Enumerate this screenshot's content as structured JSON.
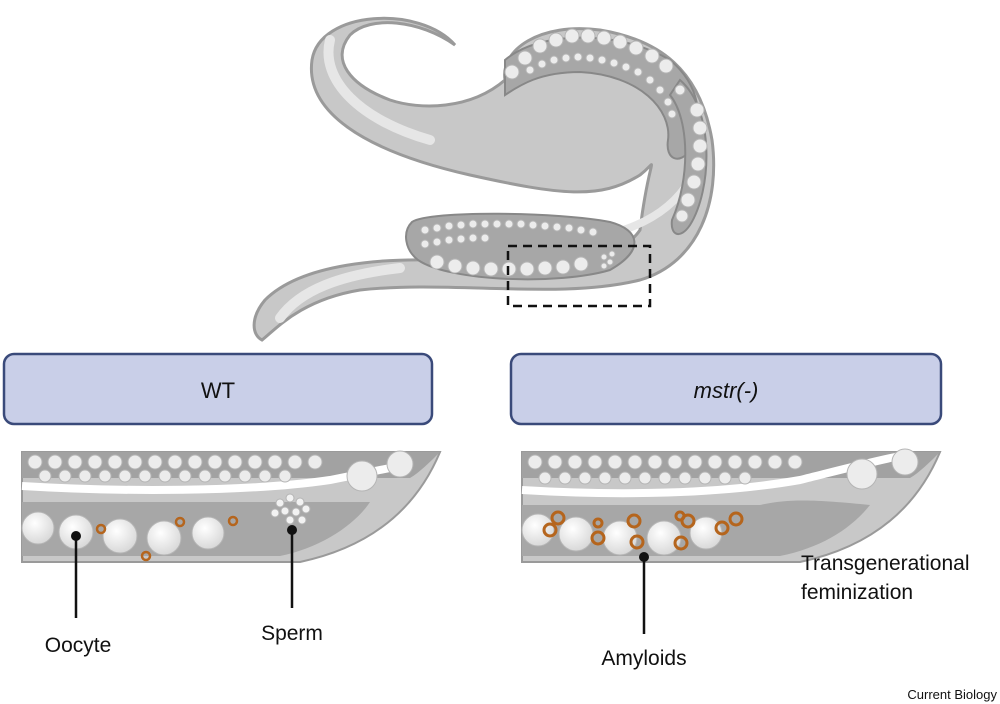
{
  "panels": {
    "left": {
      "title": "WT"
    },
    "right": {
      "title": "mstr(-)"
    }
  },
  "labels": {
    "oocyte": "Oocyte",
    "sperm": "Sperm",
    "amyloids": "Amyloids",
    "feminization_line1": "Transgenerational",
    "feminization_line2": "feminization"
  },
  "credit": "Current Biology",
  "colors": {
    "worm_body": "#c8c8c8",
    "worm_outline": "#9a9a9a",
    "gonad": "#a7a7a7",
    "cell": "#ececec",
    "panel_fill": "#c9cfe8",
    "panel_border": "#3a4a7a",
    "amyloid": "#b5651d"
  },
  "icons": {
    "zoom_region": "dashed-rectangle"
  }
}
